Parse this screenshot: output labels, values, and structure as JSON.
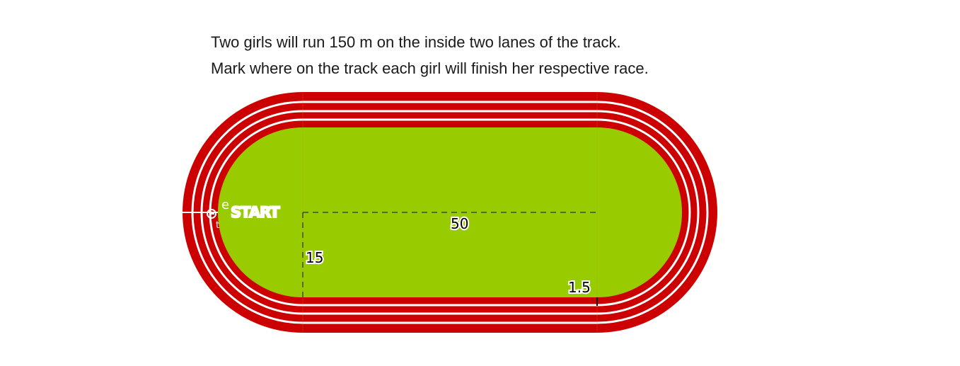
{
  "prompt": {
    "line1": "Two girls will run 150 m on the inside two lanes of the track.",
    "line2": "Mark where on the track each girl will finish her respective race."
  },
  "diagram": {
    "start_label": "START",
    "start_point_label": "e",
    "start_point_sub": "t",
    "labels": {
      "straight_length": "50",
      "radius": "15",
      "lane_width": "1.5"
    },
    "colors": {
      "track": "#cc0000",
      "field": "#99cc00",
      "lane_line": "#ffffff"
    }
  }
}
